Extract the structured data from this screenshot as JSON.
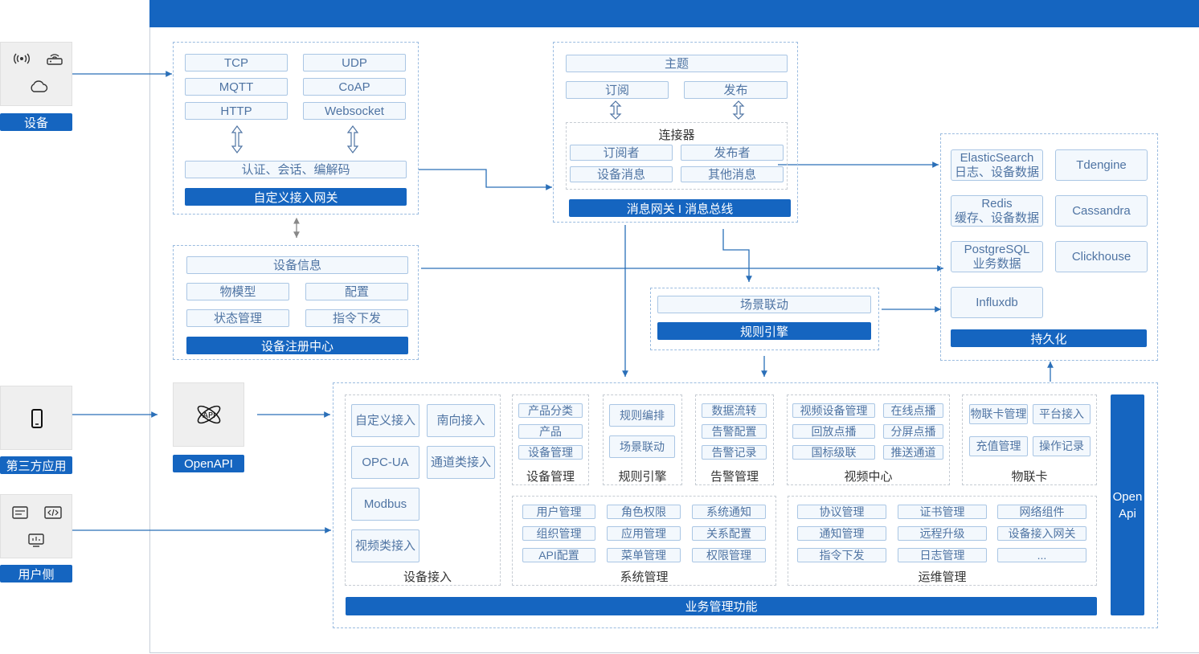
{
  "left": {
    "device": "设备",
    "third_party": "第三方应用",
    "user_side": "用户侧"
  },
  "gateway": {
    "protocols": [
      "TCP",
      "UDP",
      "MQTT",
      "CoAP",
      "HTTP",
      "Websocket"
    ],
    "auth": "认证、会话、编解码",
    "title": "自定义接入网关"
  },
  "registry": {
    "info": "设备信息",
    "items": [
      "物模型",
      "配置",
      "状态管理",
      "指令下发"
    ],
    "title": "设备注册中心"
  },
  "bus": {
    "topic": "主题",
    "subscribe": "订阅",
    "publish": "发布",
    "connector": "连接器",
    "connector_items": [
      "订阅者",
      "发布者",
      "设备消息",
      "其他消息"
    ],
    "title": "消息网关 I 消息总线"
  },
  "rule": {
    "scene": "场景联动",
    "title": "规则引擎"
  },
  "persist": {
    "dbs": [
      {
        "l1": "ElasticSearch",
        "l2": "日志、设备数据"
      },
      {
        "l1": "Tdengine",
        "l2": ""
      },
      {
        "l1": "Redis",
        "l2": "缓存、设备数据"
      },
      {
        "l1": "Cassandra",
        "l2": ""
      },
      {
        "l1": "PostgreSQL",
        "l2": "业务数据"
      },
      {
        "l1": "Clickhouse",
        "l2": ""
      },
      {
        "l1": "Influxdb",
        "l2": ""
      }
    ],
    "title": "持久化"
  },
  "openapi": {
    "label": "OpenAPI",
    "icon": "api-atom-icon"
  },
  "business": {
    "access": {
      "items": [
        "自定义接入",
        "南向接入",
        "OPC-UA",
        "通道类接入",
        "Modbus",
        "视频类接入"
      ],
      "label": "设备接入"
    },
    "device_mgmt": {
      "items": [
        "产品分类",
        "产品",
        "设备管理"
      ],
      "label": "设备管理"
    },
    "rule_engine": {
      "items": [
        "规则编排",
        "场景联动"
      ],
      "label": "规则引擎"
    },
    "alarm": {
      "items": [
        "数据流转",
        "告警配置",
        "告警记录"
      ],
      "label": "告警管理"
    },
    "video": {
      "items": [
        "视频设备管理",
        "在线点播",
        "回放点播",
        "分屏点播",
        "国标级联",
        "推送通道"
      ],
      "label": "视频中心"
    },
    "iot_card": {
      "items": [
        "物联卡管理",
        "平台接入",
        "充值管理",
        "操作记录"
      ],
      "label": "物联卡"
    },
    "system": {
      "items": [
        "用户管理",
        "角色权限",
        "系统通知",
        "组织管理",
        "应用管理",
        "关系配置",
        "API配置",
        "菜单管理",
        "权限管理"
      ],
      "label": "系统管理"
    },
    "ops": {
      "items": [
        "协议管理",
        "证书管理",
        "网络组件",
        "通知管理",
        "远程升级",
        "设备接入网关",
        "指令下发",
        "日志管理",
        "..."
      ],
      "label": "运维管理"
    },
    "title": "业务管理功能",
    "open_api": [
      "Open",
      "Api"
    ]
  },
  "colors": {
    "primary": "#1565c0",
    "item_bg": "#f3f8fd",
    "item_border": "#aac6e4",
    "line": "#2a6fb8"
  }
}
